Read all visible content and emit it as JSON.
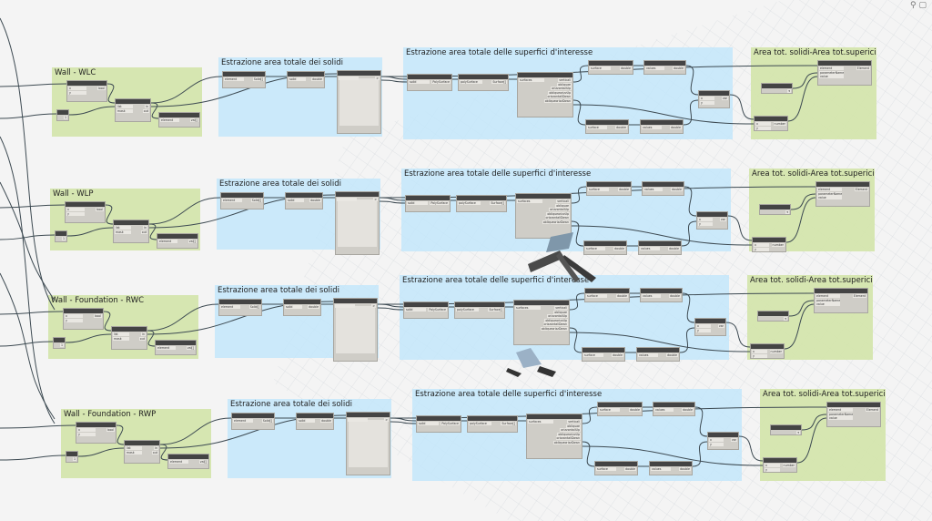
{
  "toolbar": {
    "icons": [
      "bike-icon",
      "camera-icon"
    ],
    "glyphs": [
      "⚲",
      "▢"
    ]
  },
  "rows": [
    {
      "input_group": "Wall - WLC",
      "solids_group": "Estrazione area totale dei solidi",
      "surfaces_group": "Estrazione area totale delle superfici d'interesse",
      "result_group": "Area tot. solidi-Area tot.superici"
    },
    {
      "input_group": "Wall - WLP",
      "solids_group": "Estrazione area totale dei solidi",
      "surfaces_group": "Estrazione area totale delle superfici d'interesse",
      "result_group": "Area tot. solidi-Area tot.superici"
    },
    {
      "input_group": "Wall - Foundation - RWC",
      "solids_group": "Estrazione area totale dei solidi",
      "surfaces_group": "Estrazione area totale delle superfici d'interesse",
      "result_group": "Area tot. solidi-Area tot.superici"
    },
    {
      "input_group": "Wall - Foundation - RWP",
      "solids_group": "Estrazione area totale dei solidi",
      "surfaces_group": "Estrazione area totale delle superfici d'interesse",
      "result_group": "Area tot. solidi-Area tot.superici"
    }
  ],
  "nodes": {
    "compare": {
      "in": [
        "x",
        "y"
      ],
      "out": [
        "bool"
      ]
    },
    "code": {
      "in": [],
      "out": [
        "1"
      ]
    },
    "filter": {
      "in": [
        "list",
        "mask"
      ],
      "out": [
        "in",
        "out"
      ]
    },
    "elemval": {
      "in": [
        "element"
      ],
      "out": [
        "val[]"
      ]
    },
    "solids": {
      "in": [
        "element"
      ],
      "out": [
        "Solid[]"
      ]
    },
    "area": {
      "in": [
        "solid"
      ],
      "out": [
        "double"
      ]
    },
    "watch": {
      "in": [
        ""
      ],
      "out": [
        ">"
      ]
    },
    "polysurf": {
      "in": [
        "solid"
      ],
      "out": [
        "PolySurface"
      ]
    },
    "surfaces": {
      "in": [
        "polySurface"
      ],
      "out": [
        "Surface[]"
      ]
    },
    "classify": {
      "in": [
        "surfaces"
      ],
      "out": [
        "verticali",
        "obliquae",
        "orizzontaliUp",
        "obliqueorizzUp",
        "orizzontaliDown",
        "obliqueorizzDown"
      ]
    },
    "surfarea1": {
      "in": [
        "surface"
      ],
      "out": [
        "double"
      ]
    },
    "sum1": {
      "in": [
        "values"
      ],
      "out": [
        "double"
      ]
    },
    "subtract": {
      "in": [
        "x",
        "y"
      ],
      "out": [
        "var"
      ]
    },
    "surfarea2": {
      "in": [
        "surface"
      ],
      "out": [
        "double"
      ]
    },
    "sum2": {
      "in": [
        "values"
      ],
      "out": [
        "double"
      ]
    },
    "setparam": {
      "in": [
        "element",
        "parameterName",
        "value"
      ],
      "out": [
        "Element"
      ]
    },
    "paramname": {
      "in": [],
      "out": [
        "▾"
      ]
    },
    "number": {
      "in": [
        "x",
        "y"
      ],
      "out": [
        "number"
      ]
    }
  }
}
